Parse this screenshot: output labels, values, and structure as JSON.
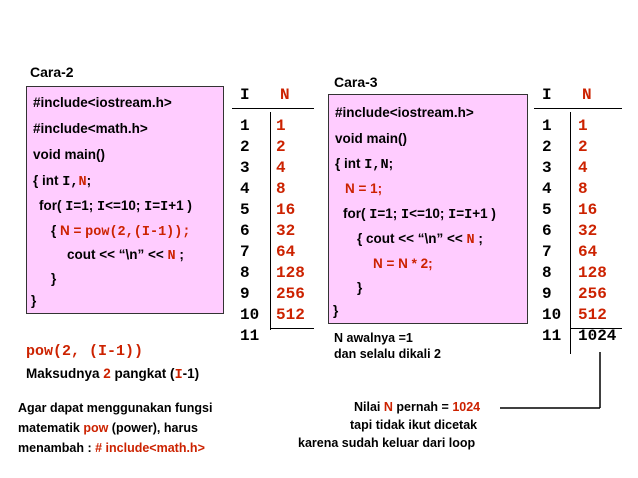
{
  "cara2": {
    "title": "Cara-2",
    "lines": {
      "l1": "#include<iostream.h>",
      "l2": "#include<math.h>",
      "l3": "void main()",
      "l4a": "{ int ",
      "l4b": "I",
      "l4c": ",",
      "l4d": "N",
      "l4e": ";",
      "l5a": "for( ",
      "l5b": "I",
      "l5c": "=1; ",
      "l5d": "I",
      "l5e": "<=10; ",
      "l5f": "I",
      "l5g": "=",
      "l5h": "I",
      "l5i": "+1 )",
      "l6a": "{ ",
      "l6b": "N = ",
      "l6c": "pow(2,(I-1));",
      "l7a": "cout << “\\n” << ",
      "l7b": "N",
      "l7c": " ;",
      "l8": "}",
      "l9": "}"
    },
    "note_formula": "pow(2, (I-1))",
    "note_meaning_a": "Maksudnya ",
    "note_meaning_b": "2",
    "note_meaning_c": " pangkat (",
    "note_meaning_d": "I",
    "note_meaning_e": "-1)"
  },
  "table1": {
    "header_i": "I",
    "header_n": "N",
    "i_values": [
      "1",
      "2",
      "3",
      "4",
      "5",
      "6",
      "7",
      "8",
      "9",
      "10",
      "11"
    ],
    "n_values": [
      "1",
      "2",
      "4",
      "8",
      "16",
      "32",
      "64",
      "128",
      "256",
      "512"
    ]
  },
  "cara3": {
    "title": "Cara-3",
    "lines": {
      "l1": "#include<iostream.h>",
      "l2": "void main()",
      "l3a": "{ int ",
      "l3b": "I",
      "l3c": ",",
      "l3d": "N",
      "l3e": ";",
      "l4": "N = 1;",
      "l5a": "for( ",
      "l5b": "I",
      "l5c": "=1; ",
      "l5d": "I",
      "l5e": "<=10; ",
      "l5f": "I",
      "l5g": "=",
      "l5h": "I",
      "l5i": "+1 )",
      "l6a": "{  cout << “\\n” << ",
      "l6b": "N",
      "l6c": " ;",
      "l7": "N = N * 2;",
      "l8": "}",
      "l9": "}"
    },
    "note1": "N awalnya =1",
    "note2": "dan selalu dikali 2"
  },
  "table2": {
    "header_i": "I",
    "header_n": "N",
    "i_values": [
      "1",
      "2",
      "3",
      "4",
      "5",
      "6",
      "7",
      "8",
      "9",
      "10",
      "11"
    ],
    "n_values": [
      "1",
      "2",
      "4",
      "8",
      "16",
      "32",
      "64",
      "128",
      "256",
      "512"
    ],
    "n_last": "1024"
  },
  "bottom": {
    "left1": "Agar dapat menggunakan fungsi",
    "left2a": "matematik ",
    "left2b": "pow",
    "left2c": " (power), harus",
    "left3a": "menambah : ",
    "left3b": "# include<math.h>",
    "right1a": "Nilai ",
    "right1b": "N",
    "right1c": " pernah = ",
    "right1d": "1024",
    "right2": "tapi tidak ikut dicetak",
    "right3": "karena sudah keluar dari loop"
  },
  "colors": {
    "accent": "#cc2200",
    "box": "#ffccff"
  }
}
